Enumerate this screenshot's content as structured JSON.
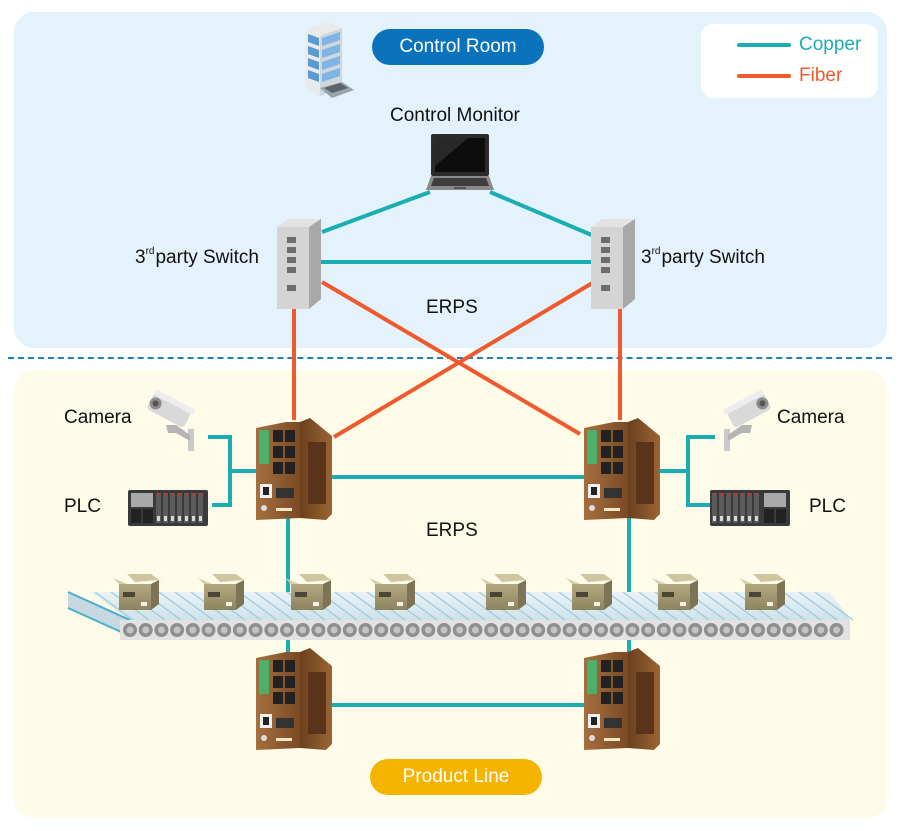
{
  "diagram": {
    "title": "ERPS Ring Network Topology",
    "zones": {
      "control_room": "Control Room",
      "product_line": "Product Line"
    },
    "legend": [
      {
        "name": "Copper",
        "color": "#1aaeb2"
      },
      {
        "name": "Fiber",
        "color": "#ee5a2d"
      }
    ],
    "nodes": {
      "control_monitor": "Control Monitor",
      "switch_left": {
        "main": "3",
        "sup": "rd",
        "rest": "party Switch"
      },
      "switch_right": {
        "main": "3",
        "sup": "rd",
        "rest": "party Switch"
      },
      "camera_left": "Camera",
      "camera_right": "Camera",
      "plc_left": "PLC",
      "plc_right": "PLC"
    },
    "ring_labels": {
      "upper": "ERPS",
      "lower": "ERPS"
    },
    "links": [
      {
        "from": "control_monitor",
        "to": "switch_left",
        "type": "Copper"
      },
      {
        "from": "control_monitor",
        "to": "switch_right",
        "type": "Copper"
      },
      {
        "from": "switch_left",
        "to": "switch_right",
        "type": "Copper"
      },
      {
        "from": "switch_left",
        "to": "industrial_switch_top_left",
        "type": "Fiber"
      },
      {
        "from": "switch_right",
        "to": "industrial_switch_top_right",
        "type": "Fiber"
      },
      {
        "from": "switch_left",
        "to": "industrial_switch_top_right",
        "type": "Fiber"
      },
      {
        "from": "switch_right",
        "to": "industrial_switch_top_left",
        "type": "Fiber"
      },
      {
        "from": "industrial_switch_top_left",
        "to": "industrial_switch_top_right",
        "type": "Copper"
      },
      {
        "from": "industrial_switch_top_left",
        "to": "industrial_switch_bottom_left",
        "type": "Copper"
      },
      {
        "from": "industrial_switch_top_right",
        "to": "industrial_switch_bottom_right",
        "type": "Copper"
      },
      {
        "from": "industrial_switch_bottom_left",
        "to": "industrial_switch_bottom_right",
        "type": "Copper"
      },
      {
        "from": "camera_left",
        "to": "industrial_switch_top_left",
        "type": "Copper"
      },
      {
        "from": "plc_left",
        "to": "industrial_switch_top_left",
        "type": "Copper"
      },
      {
        "from": "camera_right",
        "to": "industrial_switch_top_right",
        "type": "Copper"
      },
      {
        "from": "plc_right",
        "to": "industrial_switch_top_right",
        "type": "Copper"
      }
    ],
    "conveyor_boxes": 8
  }
}
